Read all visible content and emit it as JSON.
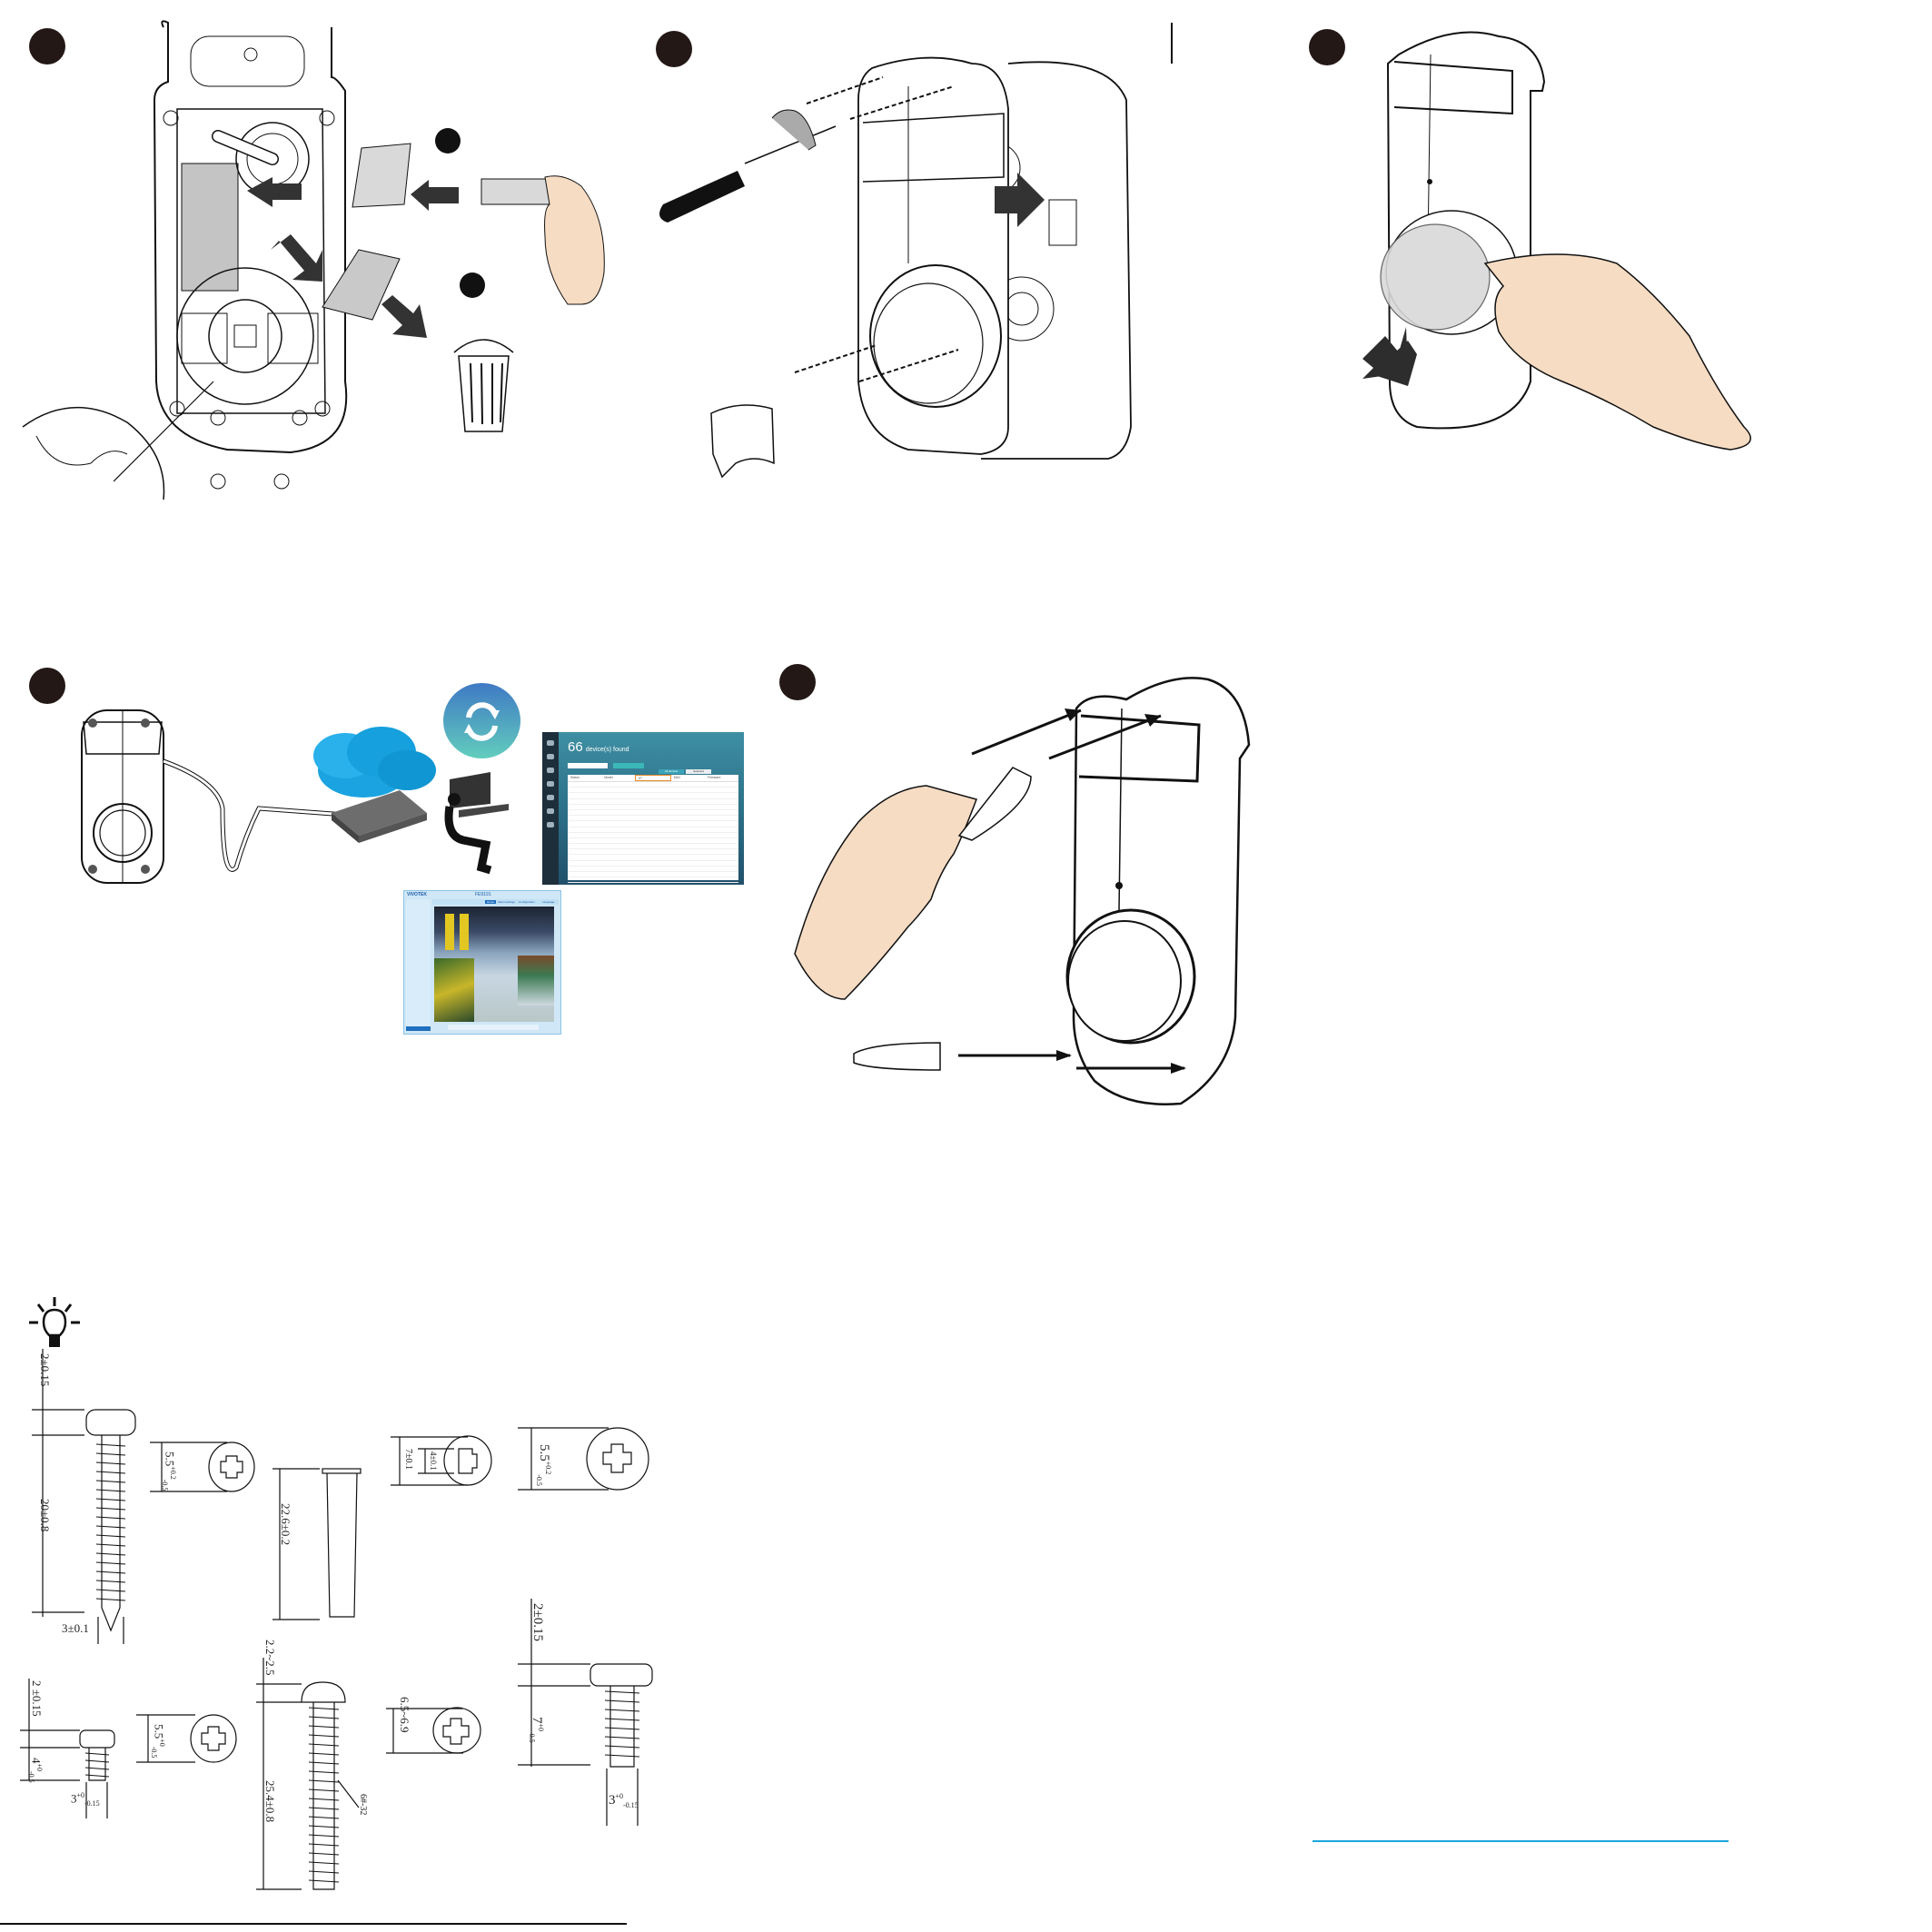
{
  "document": {
    "steps": [
      {
        "step": "remove-desiccant",
        "sub_steps": [
          "insert",
          "discard"
        ]
      },
      {
        "step": "attach-cover"
      },
      {
        "step": "peel-lens-film"
      },
      {
        "step": "network-connection"
      },
      {
        "step": "insert-plugs"
      }
    ],
    "colors": {
      "step_marker": "#231815",
      "arrow": "#333333",
      "hand_skin": "#f8e0c8",
      "accent_line": "#1aa6dc",
      "cloud": "#1aa3e0"
    }
  },
  "vms_app": {
    "count": "66",
    "count_label": "device(s) found",
    "toggle_all": "All devices",
    "toggle_selected": "Selected",
    "columns": [
      "Status",
      "Model",
      "IP",
      "MAC",
      "Firmware"
    ]
  },
  "web_ui": {
    "brand": "VIVOTEK",
    "title": "FE9191",
    "tabs": [
      "Home",
      "Client settings",
      "Configuration",
      "Language"
    ]
  },
  "hardware_specs": {
    "tip_icon": "lightbulb-icon",
    "screw_a": {
      "head_height": "2±0.15",
      "length": "20±0.8",
      "diameter": "3±0.1",
      "head_diameter": "5.5",
      "head_tol_upper": "+0.2",
      "head_tol_lower": "-0.5"
    },
    "anchor": {
      "length": "22.6±0.2",
      "outer": "7±0.1",
      "inner": "4±0.1"
    },
    "screw_b_head": {
      "head_diameter": "5.5",
      "head_tol_upper": "+0.2",
      "head_tol_lower": "-0.5"
    },
    "screw_c": {
      "head_height": "2 ±0.15",
      "length": "4",
      "length_tol_upper": "+0",
      "length_tol_lower": "-0.5",
      "diameter": "3",
      "diameter_tol_upper": "+0",
      "diameter_tol_lower": "-0.15",
      "head_diameter": "5.5",
      "head_tol_upper": "+0",
      "head_tol_lower": "-0.5"
    },
    "screw_d": {
      "head_height": "2.2~2.5",
      "length": "25.4±0.8",
      "thread": "6#-32",
      "head_diameter": "6.5~6.9"
    },
    "screw_e": {
      "head_height": "2±0.15",
      "length": "7",
      "length_tol_upper": "+0",
      "length_tol_lower": "-0.5",
      "diameter": "3",
      "diameter_tol_upper": "+0",
      "diameter_tol_lower": "-0.15"
    }
  }
}
